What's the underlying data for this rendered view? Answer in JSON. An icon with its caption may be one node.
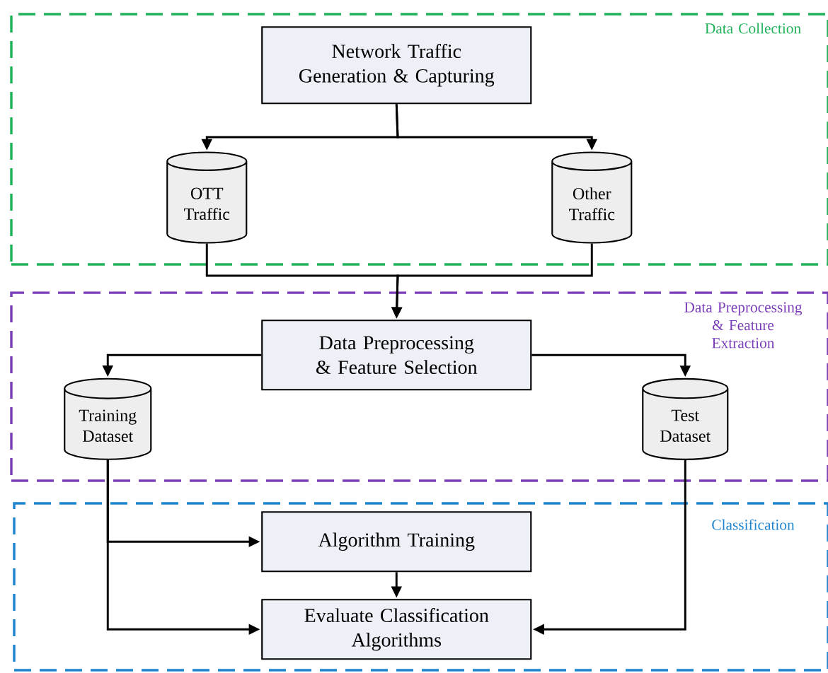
{
  "diagram": {
    "nodes": [
      {
        "text": [
          "Data Collection"
        ]
      },
      {
        "text": [
          "Network Traffic Generation & Capturing"
        ],
        "in": 0
      },
      {
        "text": [
          "OTT Traffic"
        ],
        "in": 0
      },
      {
        "text": [
          "Other Traffic"
        ],
        "in": 0
      },
      {
        "text": [
          "Data Preprocessing & Feature Extraction"
        ]
      },
      {
        "text": [
          "Data Preprocessing & Feature Selection"
        ],
        "in": 4
      },
      {
        "text": [
          "Training Dataset"
        ],
        "in": 4
      },
      {
        "text": [
          "Test Dataset"
        ],
        "in": 4
      },
      {
        "text": [
          "Classification"
        ]
      },
      {
        "text": [
          "Algorithm Training"
        ],
        "in": 8
      },
      {
        "text": [
          "Evaluate Classification Algorithms"
        ],
        "in": 8
      }
    ],
    "edges": [
      {
        "from": 1,
        "to": 2,
        "arrow": "to"
      },
      {
        "from": 1,
        "to": 3,
        "arrow": "to"
      },
      {
        "from": 2,
        "to": 5,
        "arrow": "to"
      },
      {
        "from": 3,
        "to": 5,
        "arrow": "to"
      },
      {
        "from": 5,
        "to": 6,
        "arrow": "to"
      },
      {
        "from": 5,
        "to": 7,
        "arrow": "to"
      },
      {
        "from": 6,
        "to": 9,
        "arrow": "to"
      },
      {
        "from": 6,
        "to": 10,
        "arrow": "to"
      },
      {
        "from": 9,
        "to": 10,
        "arrow": "to"
      },
      {
        "from": 7,
        "to": 10,
        "arrow": "to"
      }
    ]
  }
}
